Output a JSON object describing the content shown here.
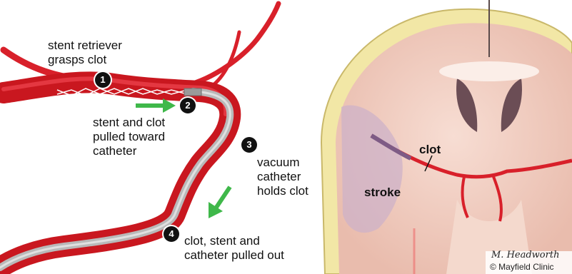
{
  "steps": [
    {
      "number": "1",
      "label": "stent retriever\ngrasps clot"
    },
    {
      "number": "2",
      "label": "stent and clot\npulled toward\ncatheter"
    },
    {
      "number": "3",
      "label": "vacuum\ncatheter\nholds clot"
    },
    {
      "number": "4",
      "label": "clot, stent and\ncatheter pulled out"
    }
  ],
  "brain": {
    "clot_label": "clot",
    "stroke_label": "stroke"
  },
  "artist_signature": "M. Headworth",
  "copyright": "© Mayfield Clinic",
  "colors": {
    "artery": "#d8202a",
    "artery_dark": "#a5131b",
    "catheter": "#b9b9b9",
    "arrow": "#3fb84a",
    "skull": "#f2e7a6",
    "tissue": "#f1cfc2",
    "stroke_area": "#cdb2c8"
  }
}
